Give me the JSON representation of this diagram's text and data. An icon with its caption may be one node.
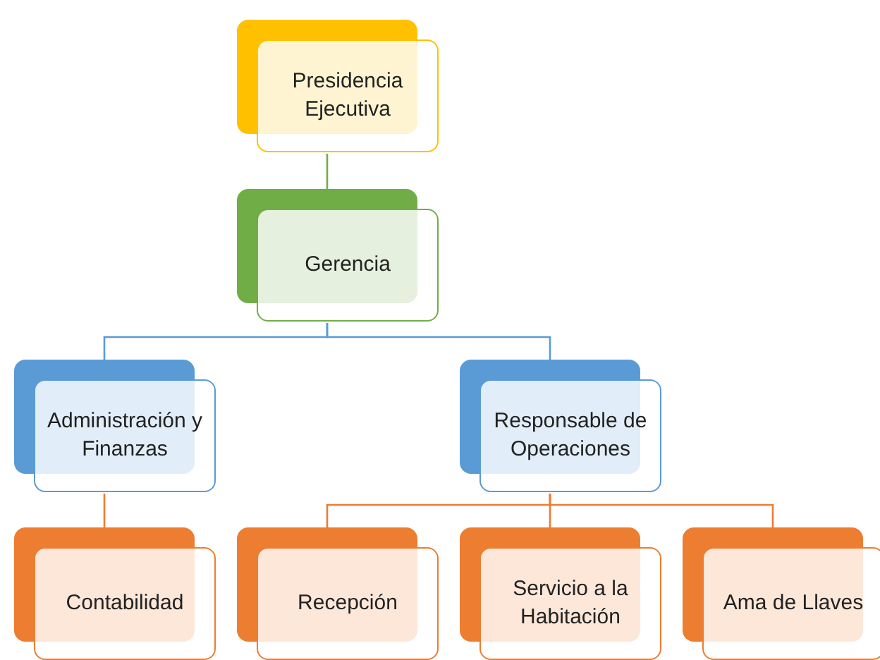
{
  "diagram": {
    "nodes": [
      {
        "text": [
          "Presidencia Ejecutiva"
        ]
      },
      {
        "text": [
          "Gerencia"
        ]
      },
      {
        "text": [
          "Administración y Finanzas"
        ]
      },
      {
        "text": [
          "Responsable de Operaciones"
        ]
      },
      {
        "text": [
          "Contabilidad"
        ]
      },
      {
        "text": [
          "Recepción"
        ]
      },
      {
        "text": [
          "Servicio a la Habitación"
        ]
      },
      {
        "text": [
          "Ama de Llaves"
        ]
      }
    ],
    "edges": [
      {
        "from": 0,
        "to": 1,
        "arrow": "none",
        "color": "#70ad47"
      },
      {
        "from": 1,
        "to": 2,
        "arrow": "none",
        "color": "#5b9bd5"
      },
      {
        "from": 1,
        "to": 3,
        "arrow": "none",
        "color": "#5b9bd5"
      },
      {
        "from": 2,
        "to": 4,
        "arrow": "none"
      },
      {
        "from": 3,
        "to": 5,
        "arrow": "none"
      },
      {
        "from": 3,
        "to": 6,
        "arrow": "none"
      },
      {
        "from": 3,
        "to": 7,
        "arrow": "none"
      }
    ]
  }
}
